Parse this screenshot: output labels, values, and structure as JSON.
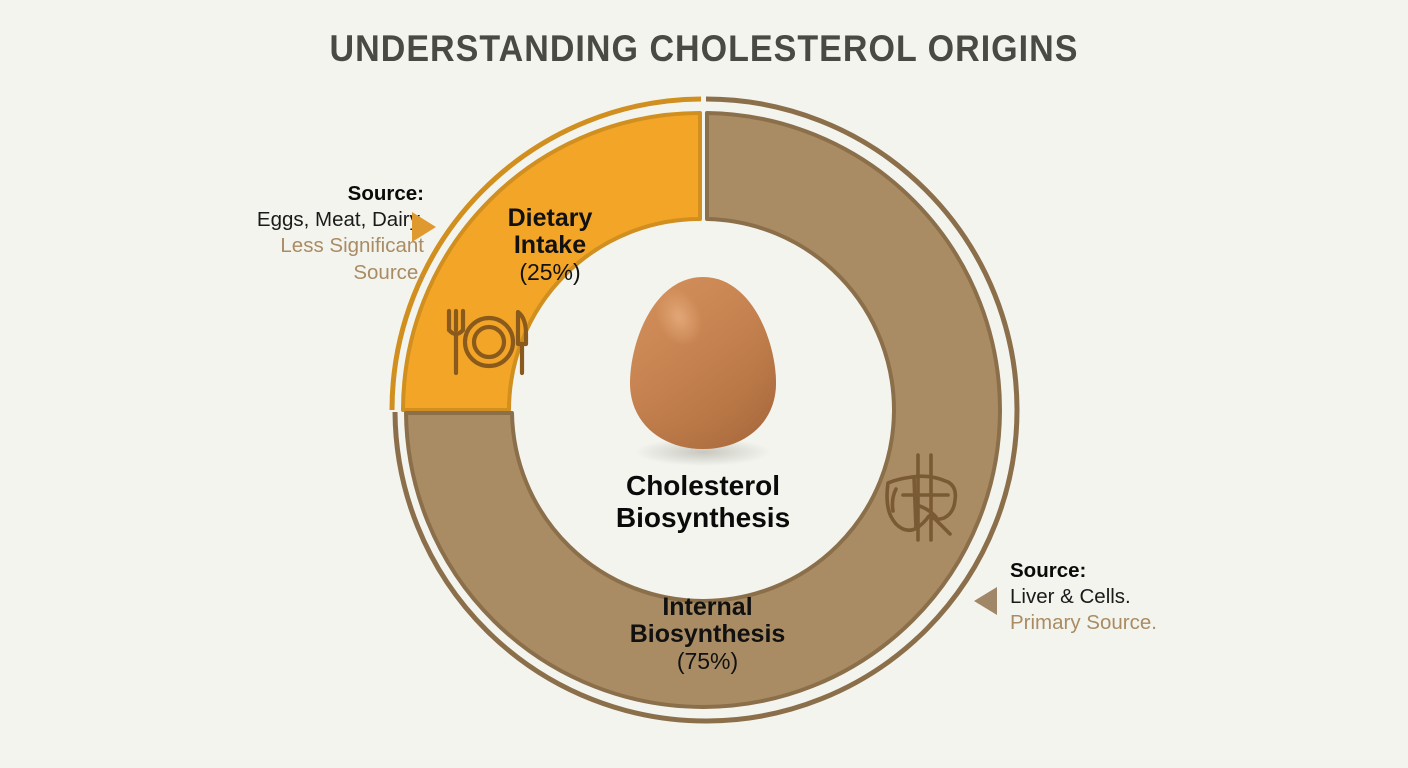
{
  "page": {
    "title": "UNDERSTANDING CHOLESTEROL ORIGINS",
    "background_color": "#f4f4ef"
  },
  "center": {
    "line1": "Cholesterol",
    "line2": "Biosynthesis",
    "illustration": "egg-illustration"
  },
  "annotations": {
    "left": {
      "heading": "Source:",
      "body": "Eggs, Meat, Dairy.",
      "note_line1": "Less Significant",
      "note_line2": "Source.",
      "pointer_color": "#e0992e",
      "note_color": "#a98c63"
    },
    "right": {
      "heading": "Source:",
      "body": "Liver & Cells.",
      "note_line1": "Primary Source.",
      "pointer_color": "#a08767",
      "note_color": "#a98c63"
    }
  },
  "chart_data": {
    "type": "pie",
    "title": "UNDERSTANDING CHOLESTEROL ORIGINS",
    "subtitle": "",
    "donut": true,
    "legend_position": "annotations-left-right",
    "grid": false,
    "categories": [
      "Dietary Intake",
      "Internal Biosynthesis"
    ],
    "values": [
      25,
      75
    ],
    "unit": "%",
    "slices": [
      {
        "label_line1": "Dietary",
        "label_line2": "Intake",
        "label": "Dietary Intake",
        "value": 25,
        "value_text": "(25%)",
        "fill": "#f3a527",
        "stroke": "#d08f1e",
        "icon": "cutlery-icon",
        "start_deg": 0,
        "end_deg": 90,
        "direction": "counterclockwise-from-top"
      },
      {
        "label_line1": "Internal",
        "label_line2": "Biosynthesis",
        "label": "Internal Biosynthesis",
        "value": 75,
        "value_text": "(75%)",
        "fill": "#a98c63",
        "stroke": "#8b6f4a",
        "icon": "liver-icon",
        "start_deg": 0,
        "end_deg": 270,
        "direction": "clockwise-from-top"
      }
    ],
    "xlabel": "",
    "ylabel": ""
  }
}
